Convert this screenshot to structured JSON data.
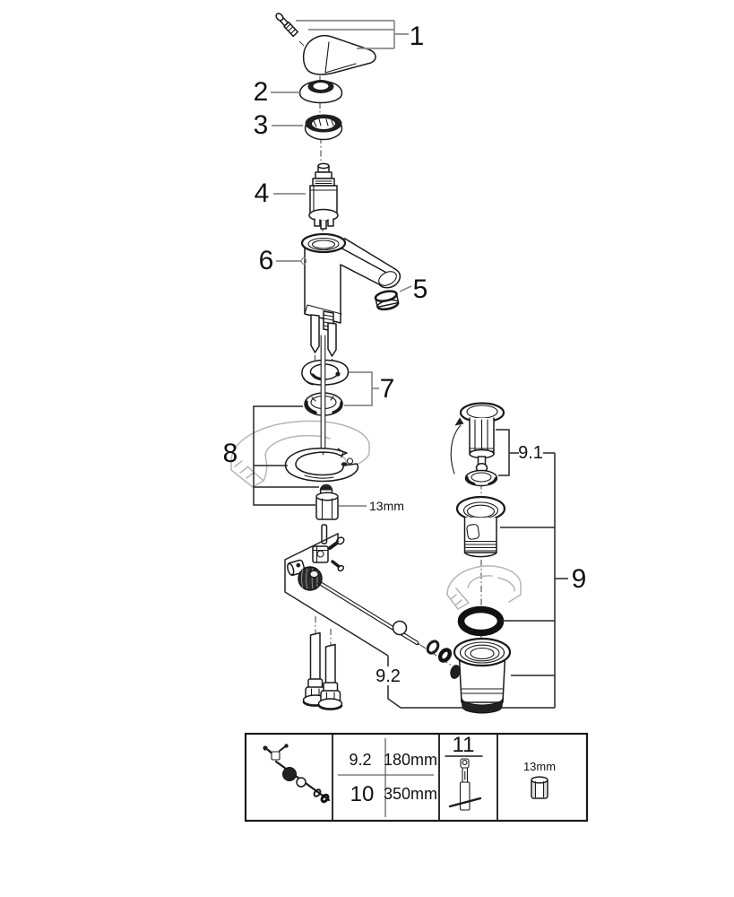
{
  "callouts": {
    "n1": "1",
    "n2": "2",
    "n3": "3",
    "n4": "4",
    "n5": "5",
    "n6": "6",
    "n7": "7",
    "n8": "8",
    "n9": "9",
    "n9_1": "9.1",
    "n9_2": "9.2",
    "nut_size": "13mm"
  },
  "parts_table": {
    "rows": [
      {
        "ref": "9.2",
        "value": "180mm"
      },
      {
        "ref": "10",
        "value": "350mm"
      }
    ],
    "tool_ref": "11",
    "nut_size": "13mm"
  }
}
